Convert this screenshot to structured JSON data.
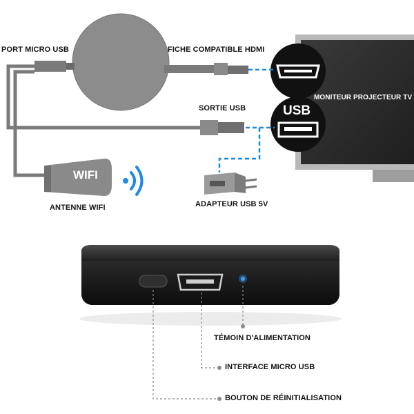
{
  "connection_diagram": {
    "labels": {
      "port_micro_usb": "PORT MICRO USB",
      "fiche_hdmi": "FICHE COMPATIBLE HDMI",
      "moniteur": "MONITEUR PROJECTEUR TV",
      "sortie_usb": "SORTIE USB",
      "antenne_wifi": "ANTENNE WIFI",
      "adaptateur": "ADAPTEUR USB 5V"
    },
    "wifi_badge": "WIFI",
    "usb_badge": "USB"
  },
  "device_diagram": {
    "labels": {
      "temoin": "TÉMOIN D'ALIMENTATION",
      "interface": "INTERFACE MICRO USB",
      "bouton": "BOUTON DE RÉINITIALISATION"
    }
  },
  "colors": {
    "dongle": "#8a8a8a",
    "cable": "#7a7a7a",
    "dashed_blue": "#1e88e5",
    "tv": "#2e2e2e",
    "led": "#3aa0ff"
  }
}
